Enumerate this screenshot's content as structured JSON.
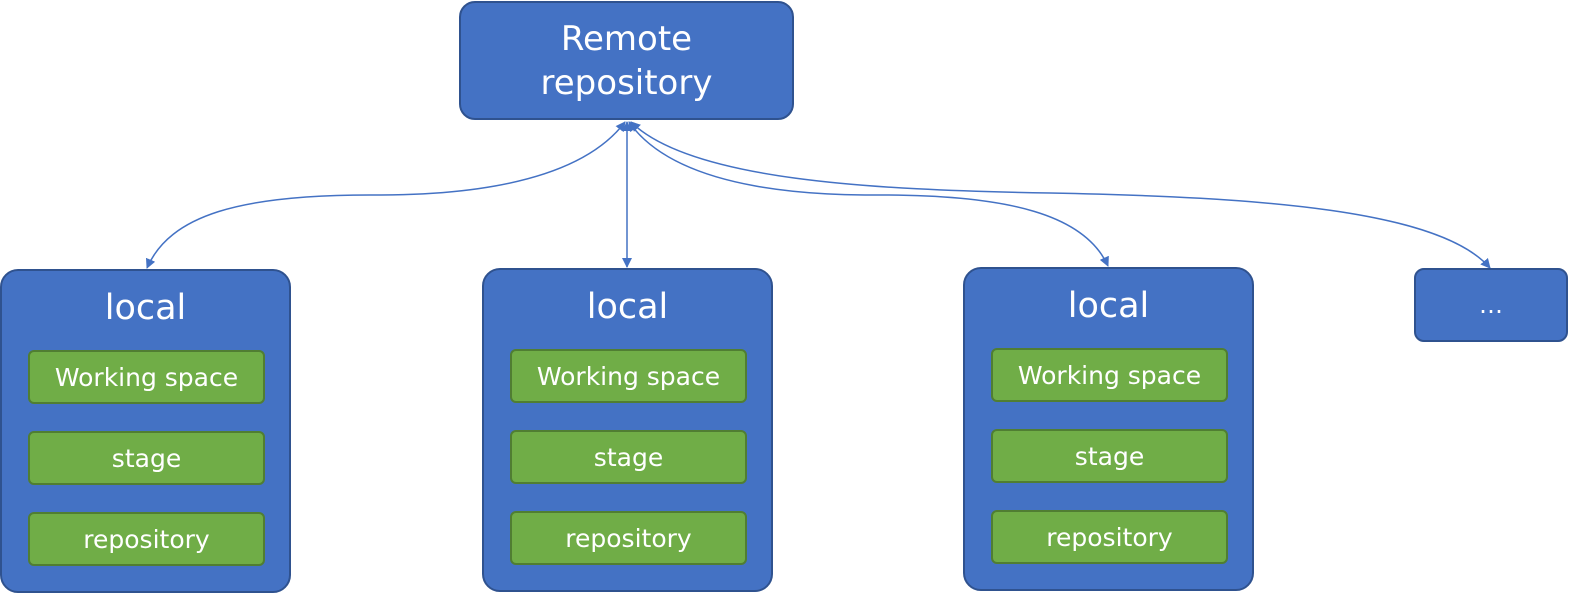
{
  "diagram": {
    "remote": {
      "label": "Remote\nrepository"
    },
    "locals": [
      {
        "title": "local",
        "items": [
          "Working space",
          "stage",
          "repository"
        ]
      },
      {
        "title": "local",
        "items": [
          "Working space",
          "stage",
          "repository"
        ]
      },
      {
        "title": "local",
        "items": [
          "Working space",
          "stage",
          "repository"
        ]
      }
    ],
    "more": {
      "label": "…"
    },
    "colors": {
      "box_fill": "#4472c4",
      "box_border": "#2f528f",
      "inner_fill": "#70ad47",
      "inner_border": "#507e32",
      "connector": "#4472c4",
      "text": "#ffffff"
    }
  }
}
